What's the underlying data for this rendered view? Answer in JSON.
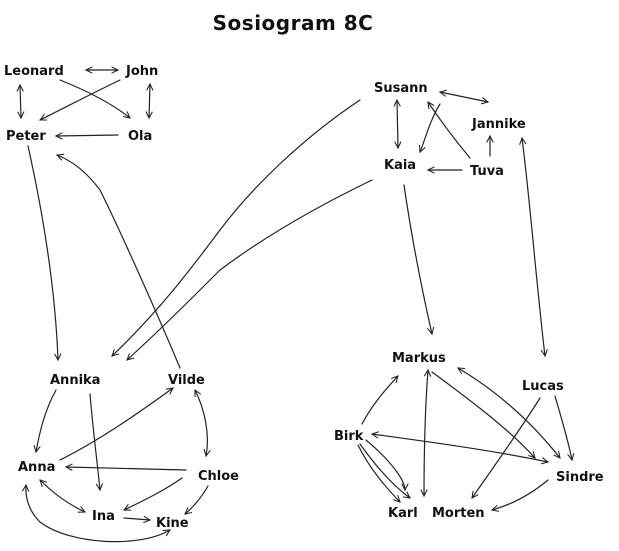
{
  "diagram": {
    "title": "Sosiogram 8C",
    "stroke_color": "#222222",
    "text_color": "#111111",
    "nodes": {
      "leonard": "Leonard",
      "john": "John",
      "peter": "Peter",
      "ola": "Ola",
      "susann": "Susann",
      "jannike": "Jannike",
      "kaia": "Kaia",
      "tuva": "Tuva",
      "annika": "Annika",
      "vilde": "Vilde",
      "anna": "Anna",
      "chloe": "Chloe",
      "ina": "Ina",
      "kine": "Kine",
      "markus": "Markus",
      "lucas": "Lucas",
      "birk": "Birk",
      "sindre": "Sindre",
      "karl": "Karl",
      "morten": "Morten"
    }
  }
}
